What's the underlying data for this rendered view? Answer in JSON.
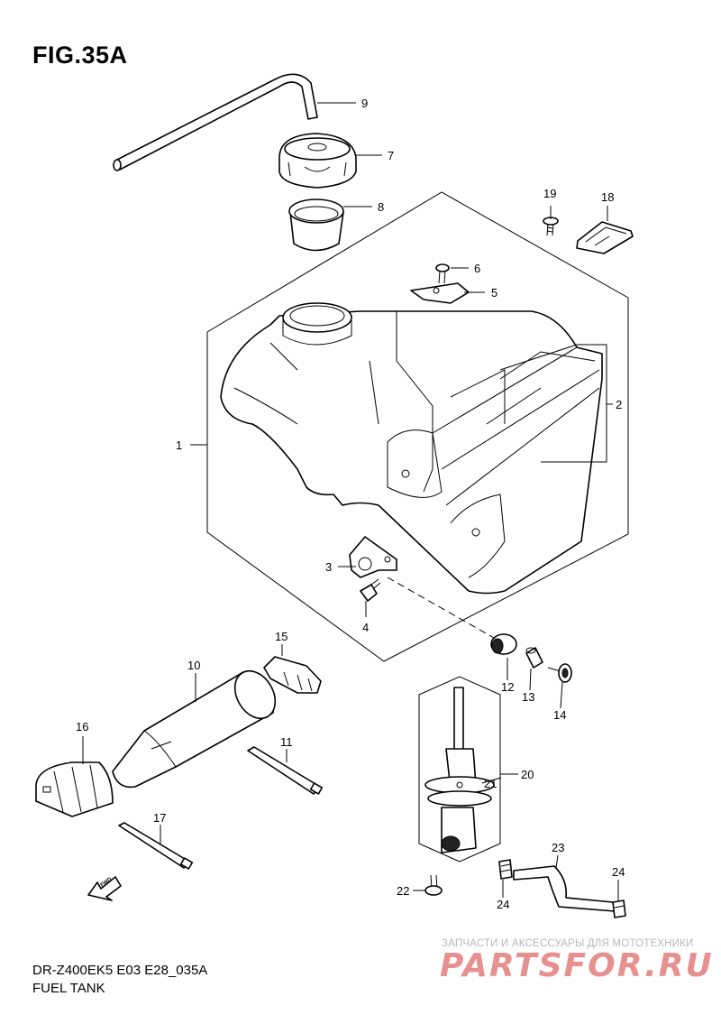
{
  "figure": {
    "title": "FIG.35A",
    "model_code": "DR-Z400EK5 E03 E28_035A",
    "part_name": "FUEL TANK"
  },
  "callouts": [
    "1",
    "2",
    "3",
    "4",
    "5",
    "6",
    "7",
    "8",
    "9",
    "10",
    "11",
    "12",
    "13",
    "14",
    "15",
    "16",
    "17",
    "18",
    "19",
    "20",
    "21",
    "22",
    "23",
    "24",
    "24"
  ],
  "fwd_label": "FWD",
  "watermark": {
    "tagline": "ЗАПЧАСТИ И АКСЕССУАРЫ ДЛЯ МОТОТЕХНИКИ",
    "logo": "PARTSFOR.RU",
    "color": "#e79090"
  }
}
